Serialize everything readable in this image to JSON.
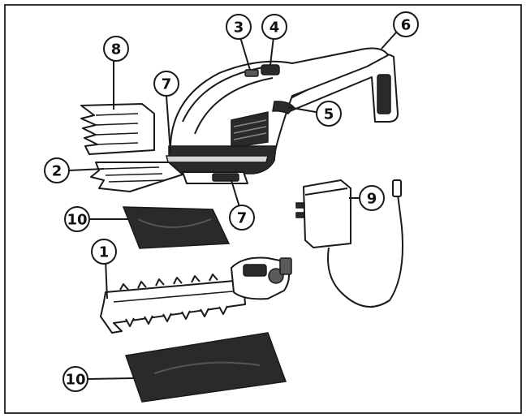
{
  "callouts": {
    "c1": "1",
    "c2": "2",
    "c3": "3",
    "c4": "4",
    "c5": "5",
    "c6": "6",
    "c7a": "7",
    "c7b": "7",
    "c8": "8",
    "c9": "9",
    "c10a": "10",
    "c10b": "10"
  },
  "colors": {
    "outline": "#1a1a1a",
    "background": "#ffffff",
    "dark_fill": "#2a2a2a"
  }
}
